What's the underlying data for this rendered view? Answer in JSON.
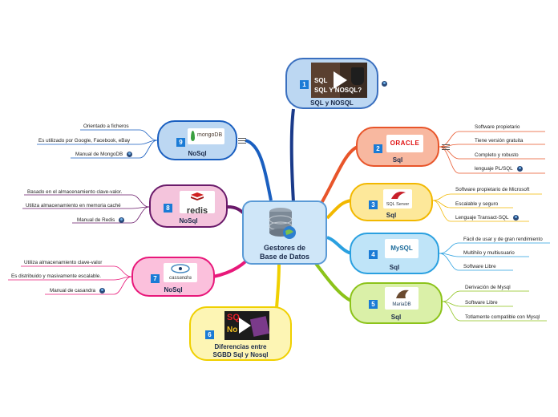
{
  "center": {
    "title_line1": "Gestores de",
    "title_line2": "Base de Datos"
  },
  "nodes": {
    "n1": {
      "number": "1",
      "title": "SQL y NOSQL",
      "thumb_text_1": "SQL",
      "thumb_text_2": "SQL Y NOSQL?"
    },
    "n2": {
      "number": "2",
      "title": "Sql",
      "logo": "ORACLE",
      "leaves": [
        "Software propietario",
        "Tiene versión gratuita",
        "Completo y robusto",
        "lenguaje PL/SQL"
      ]
    },
    "n3": {
      "number": "3",
      "title": "Sql",
      "logo": "SQL Server",
      "leaves": [
        "Software propietario de Microsoft",
        "Escalable y seguro",
        "Lenguaje Transact-SQL"
      ]
    },
    "n4": {
      "number": "4",
      "title": "Sql",
      "logo": "MySQL",
      "leaves": [
        "Fácil de usar y de gran rendimiento",
        "Multihilo y multiusuario",
        "Software Libre"
      ]
    },
    "n5": {
      "number": "5",
      "title": "Sql",
      "logo": "MariaDB",
      "leaves": [
        "Derivación de Mysql",
        "Software Libre",
        "Totlamente compatible con Mysql"
      ]
    },
    "n6": {
      "number": "6",
      "title_line1": "Diferencias entre",
      "title_line2": "SGBD Sql y Nosql",
      "thumb_text_1": "SQ",
      "thumb_text_2": "No"
    },
    "n7": {
      "number": "7",
      "title": "NoSql",
      "logo": "cassandra",
      "leaves": [
        "Utiliza almacenamiento clave-valor",
        "Es distribuido y masivamente escalable.",
        "Manual de casandra"
      ]
    },
    "n8": {
      "number": "8",
      "title": "NoSql",
      "logo": "redis",
      "leaves": [
        "Basado en el almacenamiento clave-valor.",
        "Utiliza almacenamiento en memoria caché",
        "Manual de Redis"
      ]
    },
    "n9": {
      "number": "9",
      "title": "NoSql",
      "logo": "mongoDB",
      "leaves": [
        "Orientado a ficheros",
        "Es utilizado por Google, Facebook, eBay",
        "Manual de MongoDB"
      ]
    }
  },
  "colors": {
    "n1": "#3a6fbf",
    "n2": "#e8552a",
    "n3": "#f2b800",
    "n4": "#2aa0e0",
    "n5": "#8cc31a",
    "n6": "#f0d000",
    "n7": "#e8187a",
    "n8": "#6a1a6a",
    "n9": "#1a5fc0"
  }
}
